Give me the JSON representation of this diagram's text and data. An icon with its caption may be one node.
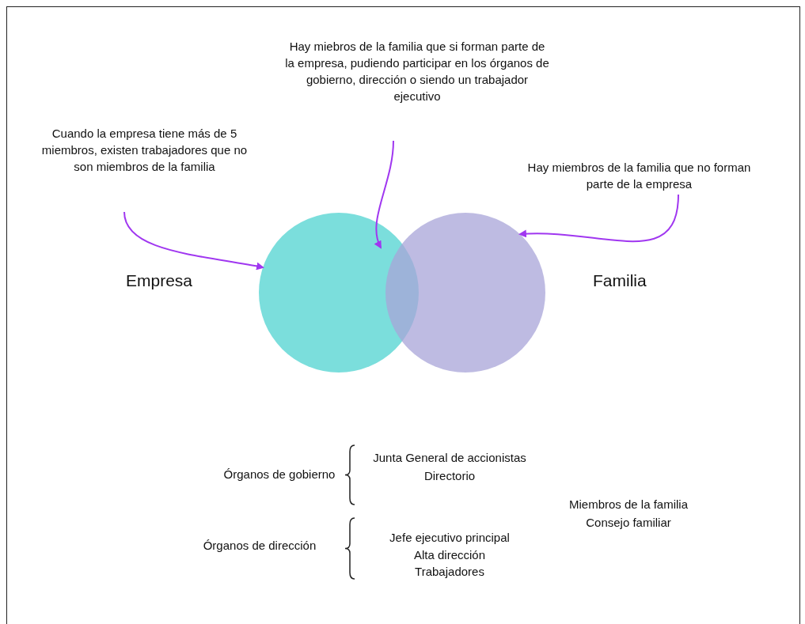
{
  "diagram": {
    "nodes": [
      {
        "text": [
          "Empresa"
        ]
      },
      {
        "text": [
          "Familia"
        ]
      },
      {
        "text": [
          "Cuando la empresa tiene más de 5 miembros, existen trabajadores que no son miembros de la familia"
        ]
      },
      {
        "text": [
          "Hay miebros de la familia que si forman parte de la empresa, pudiendo participar en los órganos de gobierno, dirección o siendo un trabajador ejecutivo"
        ]
      },
      {
        "text": [
          "Hay miembros de la familia que no forman parte de la empresa"
        ]
      }
    ],
    "edges": [
      {
        "from": 2,
        "to": 0,
        "arrow": "to"
      },
      {
        "from": 3,
        "to": 0,
        "arrow": "to"
      },
      {
        "from": 4,
        "to": 1,
        "arrow": "to"
      }
    ],
    "labels": [
      "Órganos de gobierno",
      "Junta General de accionistas",
      "Directorio",
      "Órganos de dirección",
      "Jefe ejecutivo principal",
      "Alta dirección",
      "Trabajadores",
      "Miembros de la familia",
      "Consejo familiar"
    ]
  }
}
